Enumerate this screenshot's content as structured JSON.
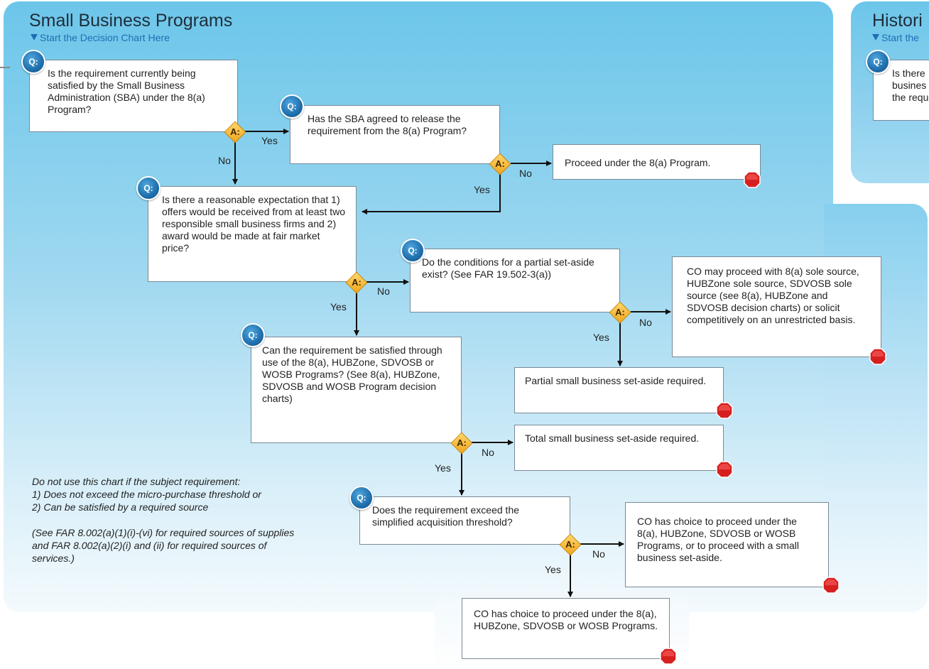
{
  "main": {
    "title": "Small Business Programs",
    "start_link": "Start the Decision Chart Here"
  },
  "right": {
    "title": "Histori",
    "start_link": "Start the",
    "q_text": "Is there busines the requ"
  },
  "icons": {
    "q": "Q:",
    "a": "A:"
  },
  "questions": {
    "q1": "Is the requirement currently being satisfied by the Small Business Administration (SBA) under the 8(a) Program?",
    "q2": "Has the SBA agreed to release the requirement from the 8(a) Program?",
    "q3": "Is there a reasonable expectation that 1) offers would be received from at least two responsible small business firms and 2) award would be made at fair market price?",
    "q4": "Do the conditions for a partial set-aside exist? (See FAR 19.502-3(a))",
    "q5": "Can the requirement be satisfied through use of the 8(a), HUBZone, SDVOSB or WOSB Programs? (See 8(a), HUBZone, SDVOSB and WOSB Program decision charts)",
    "q6": "Does the requirement exceed the simplified acquisition threshold?"
  },
  "outcomes": {
    "o1": "Proceed under the 8(a) Program.",
    "o2": "CO may proceed with 8(a) sole source, HUBZone sole source, SDVOSB sole source (see 8(a), HUBZone and SDVOSB decision charts) or solicit competitively on an unrestricted basis.",
    "o3": "Partial small business set-aside required.",
    "o4": "Total small business set-aside required.",
    "o5": "CO has choice to proceed under the 8(a), HUBZone, SDVOSB or WOSB Programs, or to proceed with a small business set-aside.",
    "o6": "CO has choice to proceed under the 8(a), HUBZone, SDVOSB or WOSB Programs."
  },
  "labels": {
    "yes": "Yes",
    "no": "No"
  },
  "note": {
    "line1": "Do not use this chart if the subject requirement:",
    "line2": "1) Does not exceed the micro-purchase threshold or",
    "line3": "2) Can be satisfied by a required source",
    "line4": "(See FAR 8.002(a)(1)(i)-(vi) for required sources of supplies and FAR 8.002(a)(2)(i) and (ii) for required sources of services.)"
  },
  "colors": {
    "stop": "#d62020",
    "q_icon": "#1f6fae",
    "a_icon": "#f2a51c",
    "link": "#1e6fb3"
  }
}
